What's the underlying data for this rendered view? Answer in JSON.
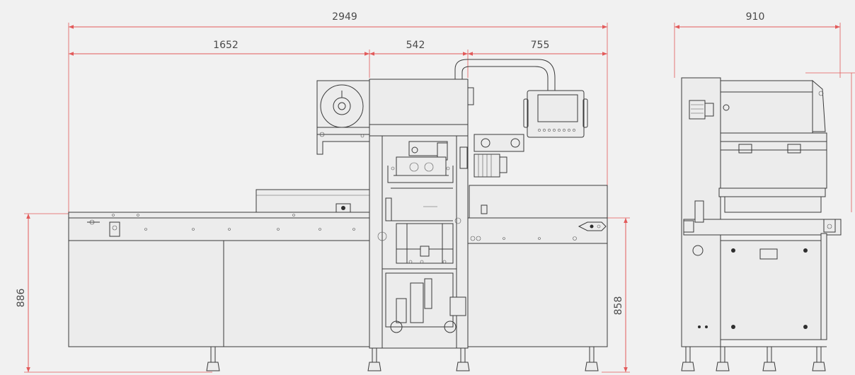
{
  "dimensions": {
    "overall_length": "2949",
    "infeed_length": "1652",
    "station_width": "542",
    "outfeed_length": "755",
    "side_width": "910",
    "overall_height": "886",
    "working_height": "858"
  },
  "colors": {
    "dimension_line": "#e25a5a",
    "outline": "#3a3a3a",
    "background": "#f1f1f1"
  }
}
